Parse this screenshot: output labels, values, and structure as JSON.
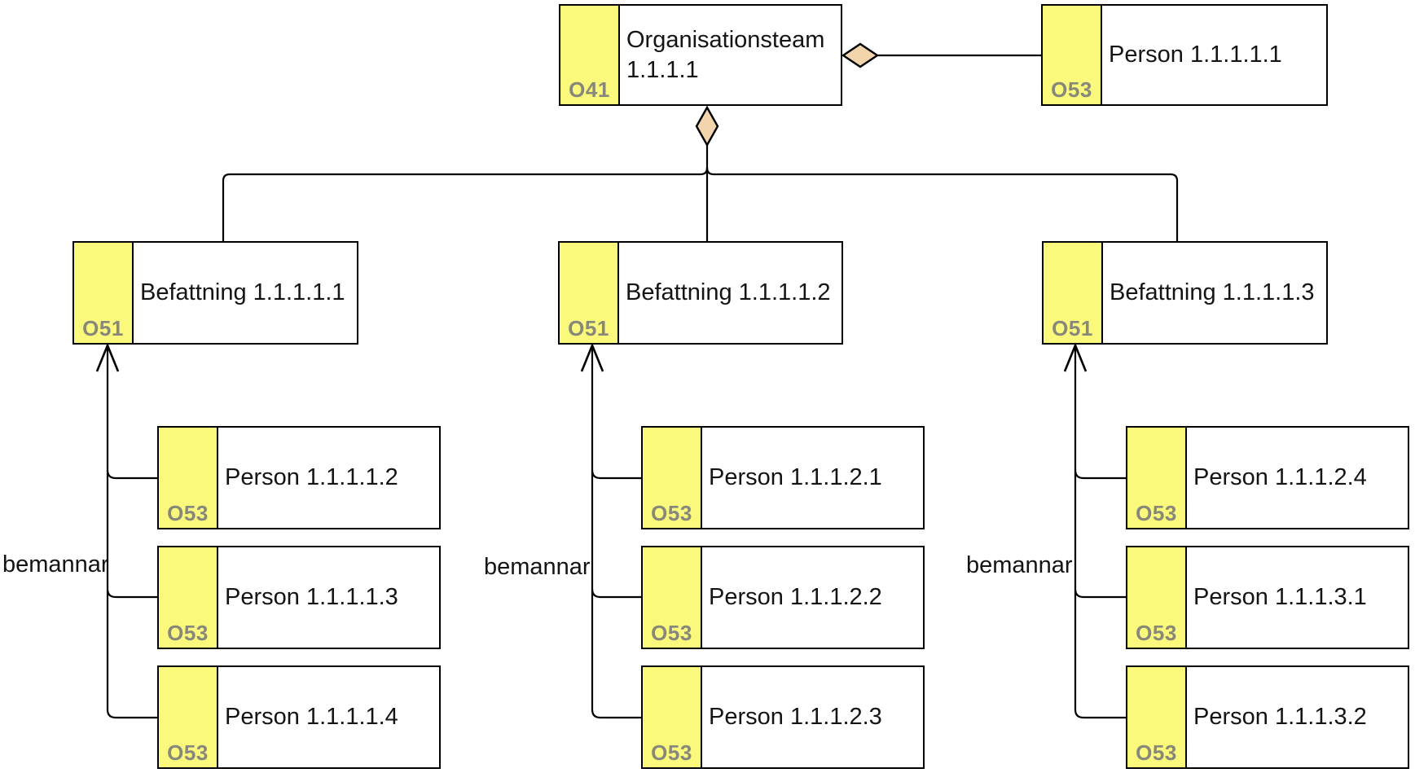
{
  "nodes": {
    "org": {
      "code": "O41",
      "label": "Organisationsteam 1.1.1.1"
    },
    "person_top": {
      "code": "O53",
      "label": "Person 1.1.1.1.1"
    },
    "bef1": {
      "code": "O51",
      "label": "Befattning 1.1.1.1.1"
    },
    "bef2": {
      "code": "O51",
      "label": "Befattning 1.1.1.1.2"
    },
    "bef3": {
      "code": "O51",
      "label": "Befattning 1.1.1.1.3"
    },
    "pA1": {
      "code": "O53",
      "label": "Person 1.1.1.1.2"
    },
    "pA2": {
      "code": "O53",
      "label": "Person 1.1.1.1.3"
    },
    "pA3": {
      "code": "O53",
      "label": "Person 1.1.1.1.4"
    },
    "pB1": {
      "code": "O53",
      "label": "Person 1.1.1.2.1"
    },
    "pB2": {
      "code": "O53",
      "label": "Person 1.1.1.2.2"
    },
    "pB3": {
      "code": "O53",
      "label": "Person 1.1.1.2.3"
    },
    "pC1": {
      "code": "O53",
      "label": "Person 1.1.1.2.4"
    },
    "pC2": {
      "code": "O53",
      "label": "Person 1.1.1.3.1"
    },
    "pC3": {
      "code": "O53",
      "label": "Person 1.1.1.3.2"
    }
  },
  "edge_labels": {
    "left": "bemannar",
    "middle": "bemannar",
    "right": "bemannar"
  },
  "relationships": [
    {
      "from": "Organisationsteam 1.1.1.1",
      "to": "Person 1.1.1.1.1",
      "type": "aggregation"
    },
    {
      "from": "Organisationsteam 1.1.1.1",
      "to": "Befattning 1.1.1.1.1",
      "type": "aggregation"
    },
    {
      "from": "Organisationsteam 1.1.1.1",
      "to": "Befattning 1.1.1.1.2",
      "type": "aggregation"
    },
    {
      "from": "Organisationsteam 1.1.1.1",
      "to": "Befattning 1.1.1.1.3",
      "type": "aggregation"
    },
    {
      "from": "Person 1.1.1.1.2",
      "to": "Befattning 1.1.1.1.1",
      "type": "arrow",
      "label": "bemannar"
    },
    {
      "from": "Person 1.1.1.1.3",
      "to": "Befattning 1.1.1.1.1",
      "type": "arrow",
      "label": "bemannar"
    },
    {
      "from": "Person 1.1.1.1.4",
      "to": "Befattning 1.1.1.1.1",
      "type": "arrow",
      "label": "bemannar"
    },
    {
      "from": "Person 1.1.1.2.1",
      "to": "Befattning 1.1.1.1.2",
      "type": "arrow",
      "label": "bemannar"
    },
    {
      "from": "Person 1.1.1.2.2",
      "to": "Befattning 1.1.1.1.2",
      "type": "arrow",
      "label": "bemannar"
    },
    {
      "from": "Person 1.1.1.2.3",
      "to": "Befattning 1.1.1.1.2",
      "type": "arrow",
      "label": "bemannar"
    },
    {
      "from": "Person 1.1.1.2.4",
      "to": "Befattning 1.1.1.1.3",
      "type": "arrow",
      "label": "bemannar"
    },
    {
      "from": "Person 1.1.1.3.1",
      "to": "Befattning 1.1.1.1.3",
      "type": "arrow",
      "label": "bemannar"
    },
    {
      "from": "Person 1.1.1.3.2",
      "to": "Befattning 1.1.1.1.3",
      "type": "arrow",
      "label": "bemannar"
    }
  ],
  "colors": {
    "stripe_yellow": "#FBF97C",
    "diamond_fill": "#F2D5AC",
    "line_black": "#000000",
    "code_gray": "#87877A",
    "background": "#FFFFFF"
  }
}
